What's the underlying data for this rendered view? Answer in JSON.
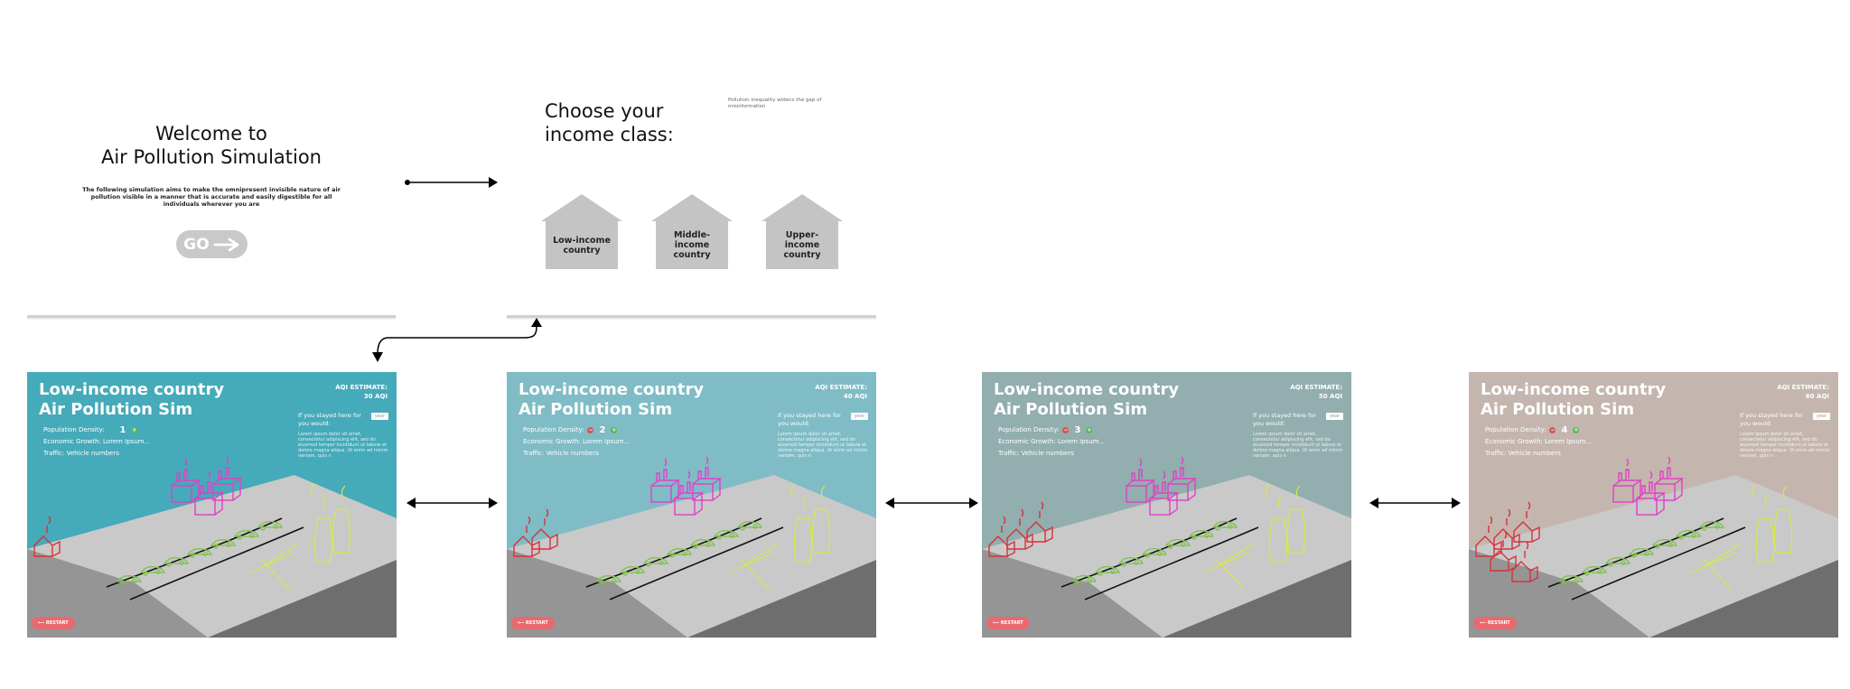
{
  "welcome": {
    "title_line1": "Welcome to",
    "title_line2": "Air Pollution Simulation",
    "description": "The following simulation aims to make the omnipresent invisible nature of air pollution visible in a manner that is accurate and easily digestible for all individuals wherever you are",
    "go_label": "GO"
  },
  "choose": {
    "title_line1": "Choose your",
    "title_line2": "income class:",
    "note": "Pollution inequality widens the gap of misinformation",
    "options": [
      {
        "label": "Low-income country"
      },
      {
        "label": "Middle-income country"
      },
      {
        "label": "Upper-income country"
      }
    ]
  },
  "sims": [
    {
      "bg": "#45aab9",
      "title_line1": "Low-income country",
      "title_line2": "Air Pollution Sim",
      "aqi_label": "AQI ESTIMATE:",
      "aqi_value": "30 AQI",
      "density_label": "Population Density:",
      "density_value": "1",
      "growth_label": "Economic Growth: Lorem Ipsum...",
      "traffic_label": "Traffic: Vehicle numbers",
      "stay_label": "If you stayed here for you would:",
      "year_placeholder": "year",
      "lorem": "Lorem ipsum dolor sit amet, consectetur adipiscing elit, sed do eiusmod tempor incididunt ut labore et dolore magna aliqua. Ut enim ad minim veniam, quis n",
      "restart_label": "RESTART",
      "houses": 1
    },
    {
      "bg": "#7fbcc6",
      "title_line1": "Low-income country",
      "title_line2": "Air Pollution Sim",
      "aqi_label": "AQI ESTIMATE:",
      "aqi_value": "40 AQI",
      "density_label": "Population Density:",
      "density_value": "2",
      "growth_label": "Economic Growth: Lorem Ipsum...",
      "traffic_label": "Traffic: Vehicle numbers",
      "stay_label": "If you stayed here for you would:",
      "year_placeholder": "year",
      "lorem": "Lorem ipsum dolor sit amet, consectetur adipiscing elit, sed do eiusmod tempor incididunt ut labore et dolore magna aliqua. Ut enim ad minim veniam, quis n",
      "restart_label": "RESTART",
      "houses": 2
    },
    {
      "bg": "#92aeae",
      "title_line1": "Low-income country",
      "title_line2": "Air Pollution Sim",
      "aqi_label": "AQI ESTIMATE:",
      "aqi_value": "50 AQI",
      "density_label": "Population Density:",
      "density_value": "3",
      "growth_label": "Economic Growth: Lorem Ipsum...",
      "traffic_label": "Traffic: Vehicle numbers",
      "stay_label": "If you stayed here for you would:",
      "year_placeholder": "year",
      "lorem": "Lorem ipsum dolor sit amet, consectetur adipiscing elit, sed do eiusmod tempor incididunt ut labore et dolore magna aliqua. Ut enim ad minim veniam, quis n",
      "restart_label": "RESTART",
      "houses": 3
    },
    {
      "bg": "#c4b6ae",
      "title_line1": "Low-income country",
      "title_line2": "Air Pollution Sim",
      "aqi_label": "AQI ESTIMATE:",
      "aqi_value": "60 AQI",
      "density_label": "Population Density:",
      "density_value": "4",
      "growth_label": "Economic Growth: Lorem Ipsum...",
      "traffic_label": "Traffic: Vehicle numbers",
      "stay_label": "If you stayed here for you would:",
      "year_placeholder": "year",
      "lorem": "Lorem ipsum dolor sit amet, consectetur adipiscing elit, sed do eiusmod tempor incididunt ut labore et dolore magna aliqua. Ut enim ad minim veniam, quis n",
      "restart_label": "RESTART",
      "houses": 5
    }
  ],
  "colors": {
    "house": "#d6323a",
    "factory": "#e040c8",
    "car": "#7cc248",
    "plant": "#d8e84a",
    "road": "#111111"
  }
}
